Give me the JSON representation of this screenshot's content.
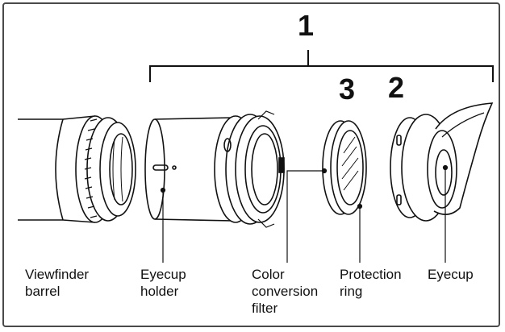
{
  "callouts": {
    "group": "1",
    "eyecup": "2",
    "filter": "3"
  },
  "labels": {
    "viewfinder_barrel": "Viewfinder\nbarrel",
    "eyecup_holder": "Eyecup\nholder",
    "color_conversion_filter": "Color\nconversion\nfilter",
    "protection_ring": "Protection\nring",
    "eyecup": "Eyecup"
  }
}
